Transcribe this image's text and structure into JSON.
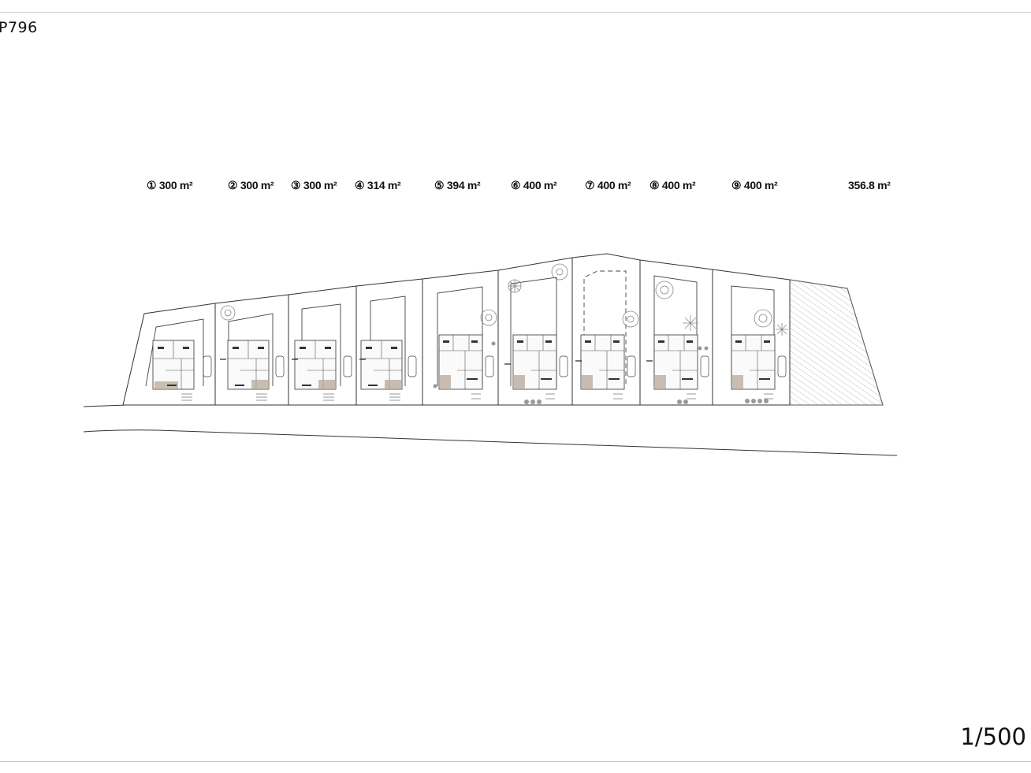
{
  "header": {
    "code": "P796"
  },
  "footer": {
    "scale": "1/500"
  },
  "lots": [
    {
      "label": "① 300 m²"
    },
    {
      "label": "② 300 m²"
    },
    {
      "label": "③ 300 m²"
    },
    {
      "label": "④ 314 m²"
    },
    {
      "label": "⑤ 394 m²"
    },
    {
      "label": "⑥ 400 m²"
    },
    {
      "label": "⑦ 400 m²"
    },
    {
      "label": "⑧ 400 m²"
    },
    {
      "label": "⑨ 400 m²"
    },
    {
      "label": "356.8 m²"
    }
  ],
  "colors": {
    "line": "#333333",
    "hatch": "#b0b0b0",
    "terrace": "#b8a89a"
  }
}
